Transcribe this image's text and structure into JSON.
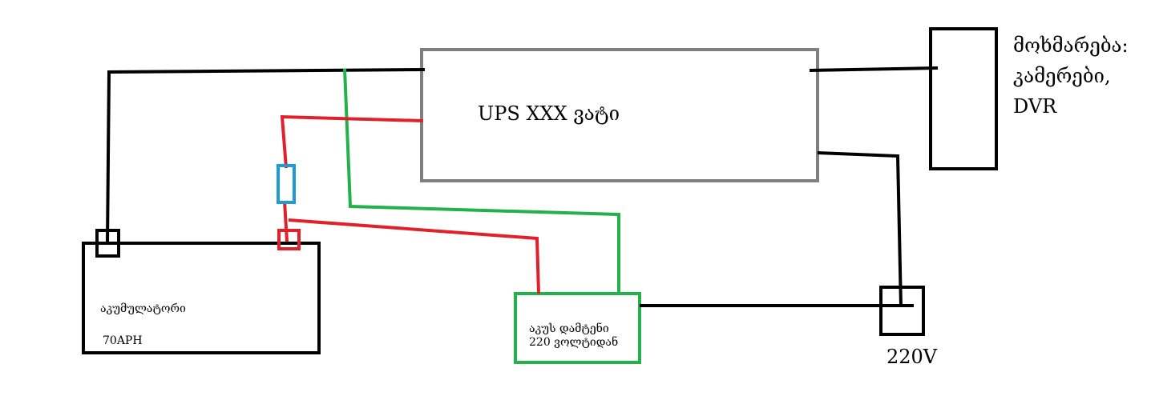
{
  "ups": {
    "label": "UPS XXX ვატი"
  },
  "battery": {
    "label": "აკუმულატორი",
    "capacity": "70APH"
  },
  "charger": {
    "line1": "აკუს დამტენი",
    "line2": "220 ვოლტიდან"
  },
  "mains": {
    "label": "220V"
  },
  "consumers": {
    "line1": "მოხმარება:",
    "line2": "კამერები,",
    "line3": "DVR"
  },
  "colors": {
    "wire_black": "#000000",
    "wire_red": "#e0202a",
    "wire_green": "#22b14c",
    "ups_box": "#7f7f7f",
    "fuse": "#1e9ad6"
  }
}
